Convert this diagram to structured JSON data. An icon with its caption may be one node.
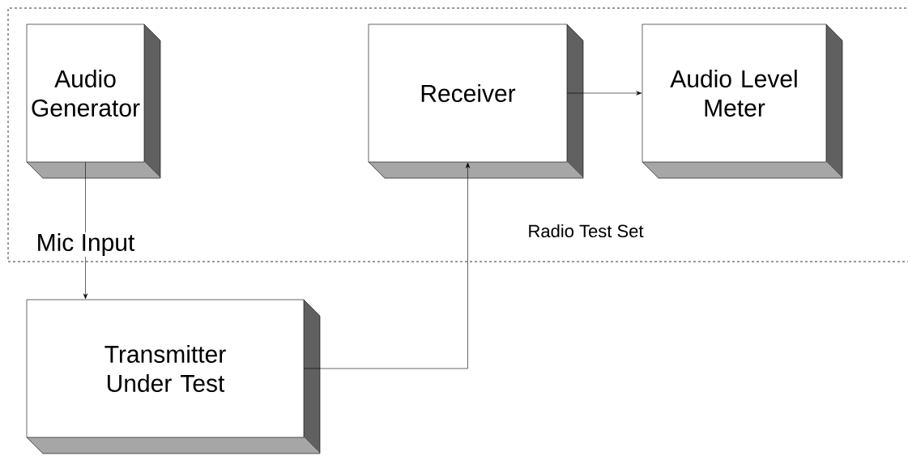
{
  "diagram": {
    "nodes": [
      {
        "text": [
          "Radio Test Set"
        ]
      },
      {
        "text": [
          "Audio Generator"
        ],
        "in": 0
      },
      {
        "text": [
          "Receiver"
        ],
        "in": 0
      },
      {
        "text": [
          "Audio Level Meter"
        ],
        "in": 0
      },
      {
        "text": [
          "Transmitter Under Test"
        ]
      }
    ],
    "edges": [
      {
        "from": 1,
        "to": 4,
        "arrow": "to",
        "label": "Mic Input"
      },
      {
        "from": 4,
        "to": 2,
        "arrow": "to"
      },
      {
        "from": 2,
        "to": 3,
        "arrow": "to"
      }
    ]
  }
}
